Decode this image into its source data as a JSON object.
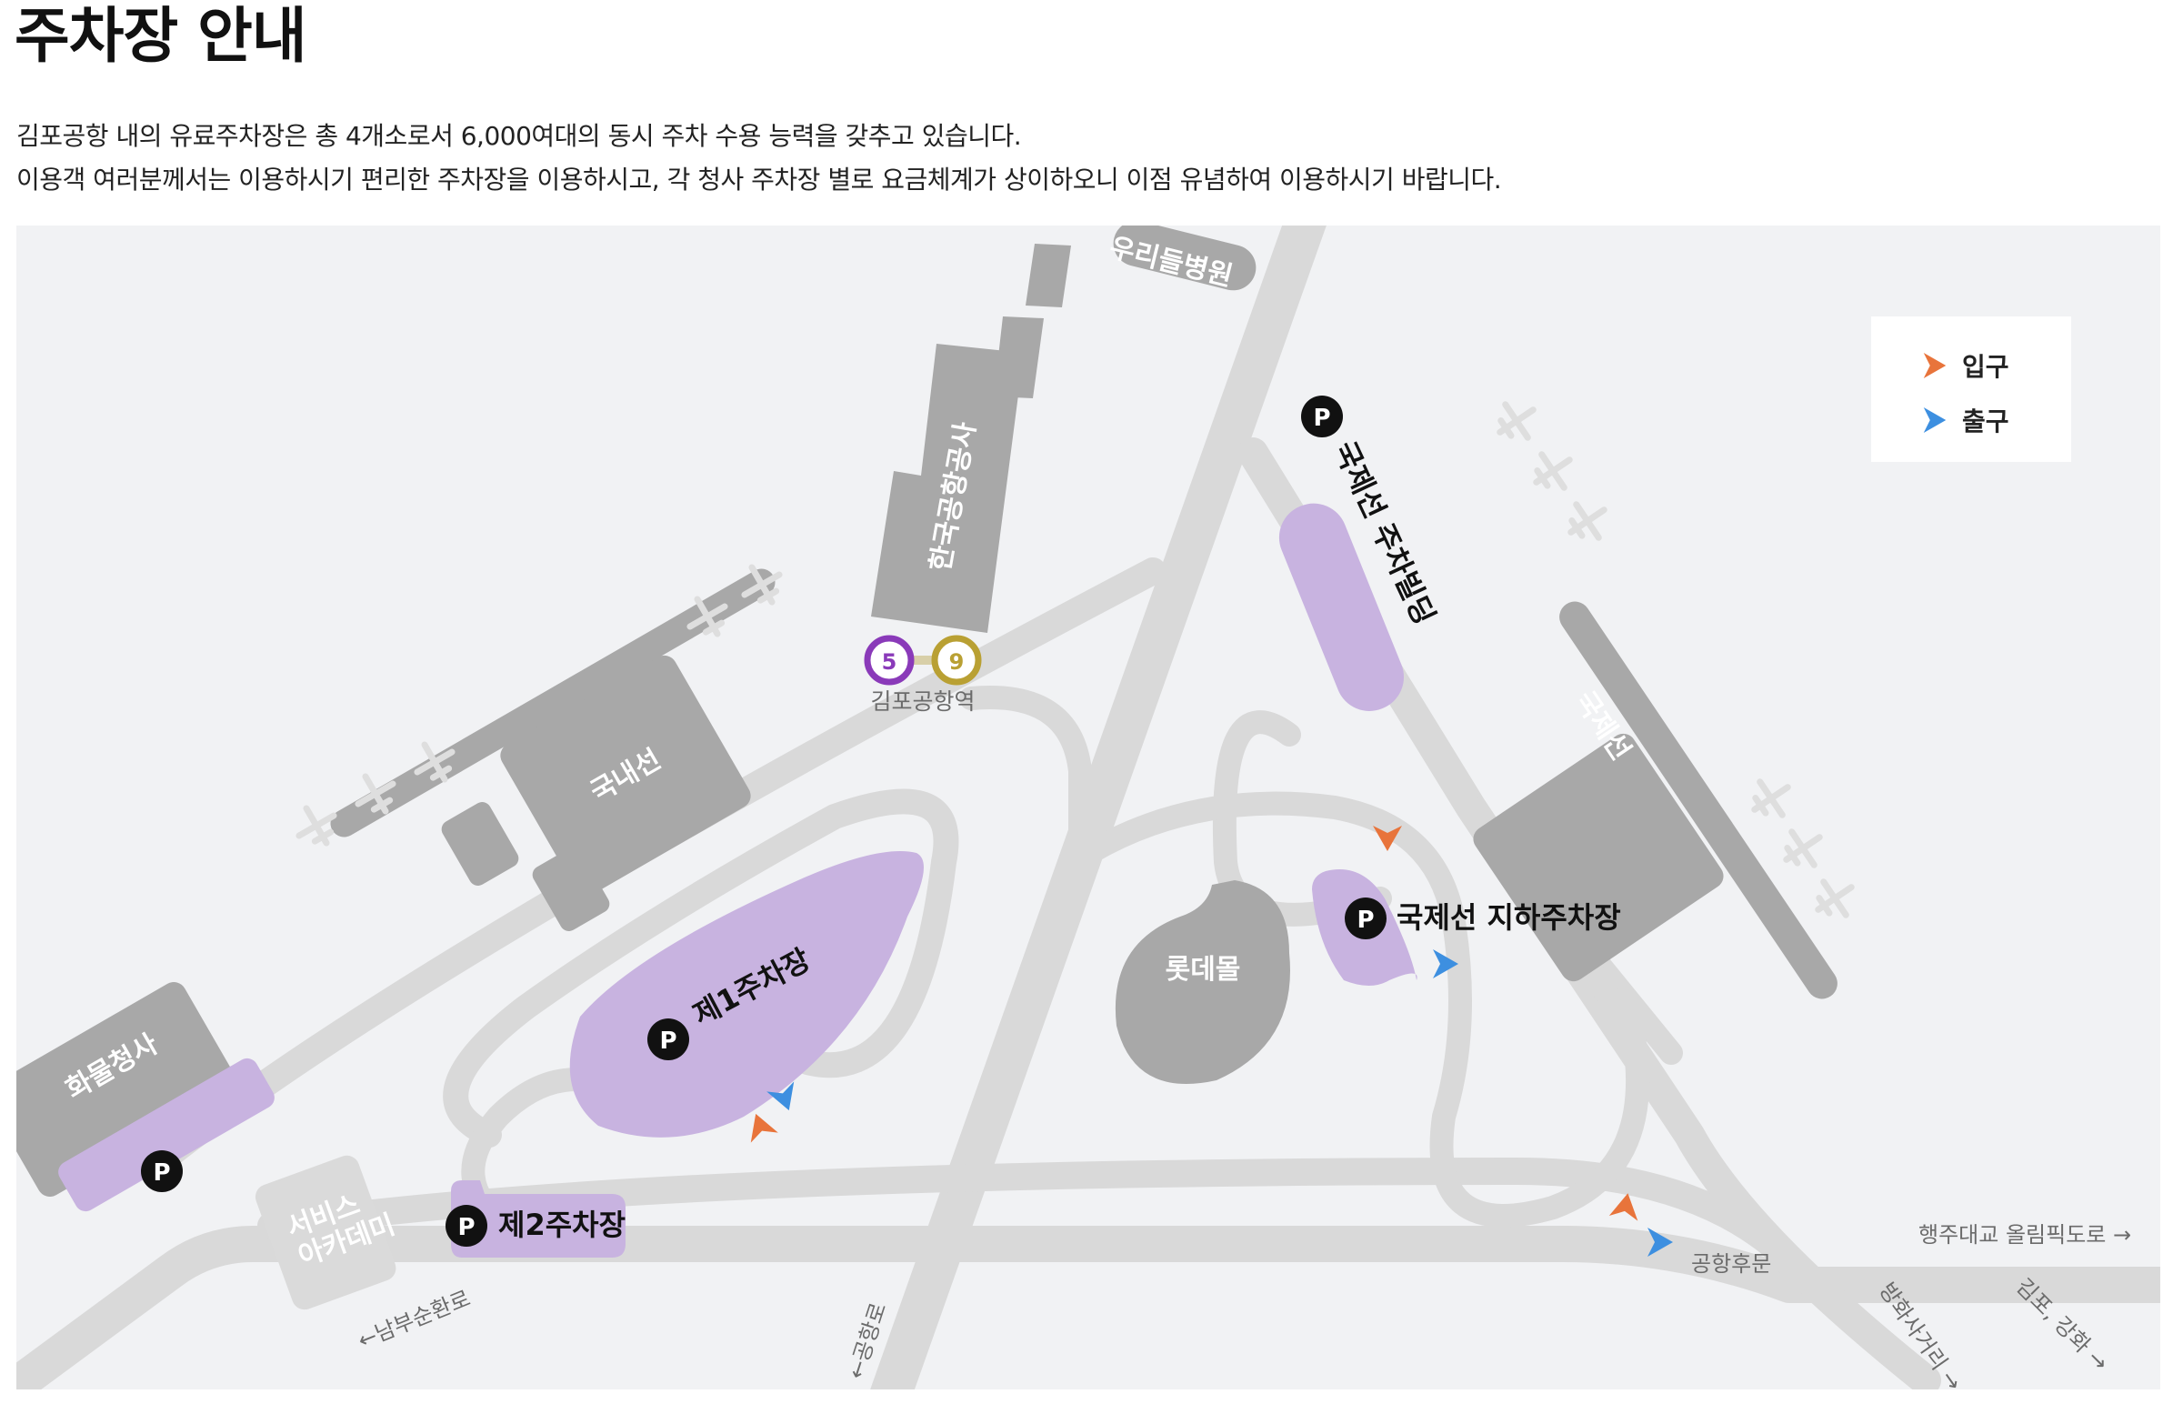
{
  "page": {
    "title": "주차장 안내",
    "description_lines": [
      "김포공항 내의 유료주차장은 총 4개소로서 6,000여대의 동시 주차 수용 능력을 갖추고 있습니다.",
      "이용객 여러분께서는 이용하시기 편리한 주차장을 이용하시고, 각 청사 주차장 별로 요금체계가 상이하오니 이점 유념하여 이용하시기 바랍니다."
    ]
  },
  "legend": {
    "entrance": "입구",
    "exit": "출구"
  },
  "map": {
    "buildings": {
      "hospital": "우리들병원",
      "korea_airports": "한국공항공사",
      "domestic": "국내선",
      "international": "국제선",
      "lotte_mall": "롯데몰",
      "cargo": "화물청사",
      "service_academy_line1": "서비스",
      "service_academy_line2": "아카데미"
    },
    "parking": {
      "p_symbol": "P",
      "lot1": "제1주차장",
      "lot2": "제2주차장",
      "intl_underground": "국제선 지하주차장",
      "intl_building": "국제선 주차빌딩"
    },
    "station": {
      "name": "김포공항역",
      "lines": [
        "5",
        "9"
      ]
    },
    "roads": {
      "namburo": "←남부순환로",
      "airport_road": "←공항로",
      "rear_gate": "공항후문",
      "haengju": "행주대교 올림픽도로 →",
      "banghwa": "방화사거리 →",
      "gimpo_ganghwa": "김포, 강화 →"
    }
  },
  "colors": {
    "entrance": "#e8743b",
    "exit": "#3d8fe0",
    "parking": "#c8b3e0",
    "building": "#a8a8a8",
    "road": "#d9d9d9",
    "map_bg": "#f1f2f4",
    "line5": "#8a3ab9",
    "line9": "#b9a033"
  }
}
